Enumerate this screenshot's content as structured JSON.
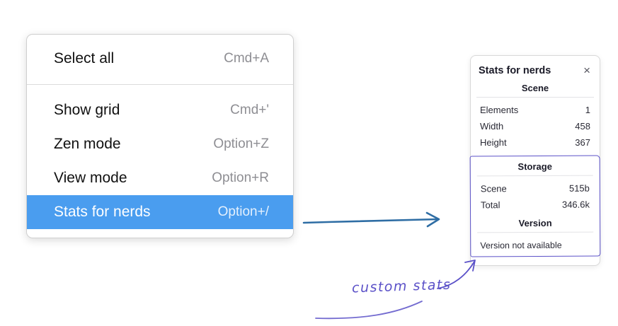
{
  "context_menu": {
    "items": [
      {
        "label": "Select all",
        "shortcut": "Cmd+A"
      },
      {
        "label": "Show grid",
        "shortcut": "Cmd+'"
      },
      {
        "label": "Zen mode",
        "shortcut": "Option+Z"
      },
      {
        "label": "View mode",
        "shortcut": "Option+R"
      },
      {
        "label": "Stats for nerds",
        "shortcut": "Option+/"
      }
    ]
  },
  "stats_panel": {
    "title": "Stats for nerds",
    "close_glyph": "×",
    "scene": {
      "heading": "Scene",
      "rows": [
        {
          "label": "Elements",
          "value": "1"
        },
        {
          "label": "Width",
          "value": "458"
        },
        {
          "label": "Height",
          "value": "367"
        }
      ]
    },
    "storage": {
      "heading": "Storage",
      "rows": [
        {
          "label": "Scene",
          "value": "515b"
        },
        {
          "label": "Total",
          "value": "346.6k"
        }
      ]
    },
    "version": {
      "heading": "Version",
      "note": "Version not available"
    }
  },
  "annotation": {
    "label": "custom stats"
  },
  "colors": {
    "menu_highlight": "#4a9def",
    "arrow_blue": "#2e6da4",
    "annotation_purple": "#5b51c8"
  }
}
